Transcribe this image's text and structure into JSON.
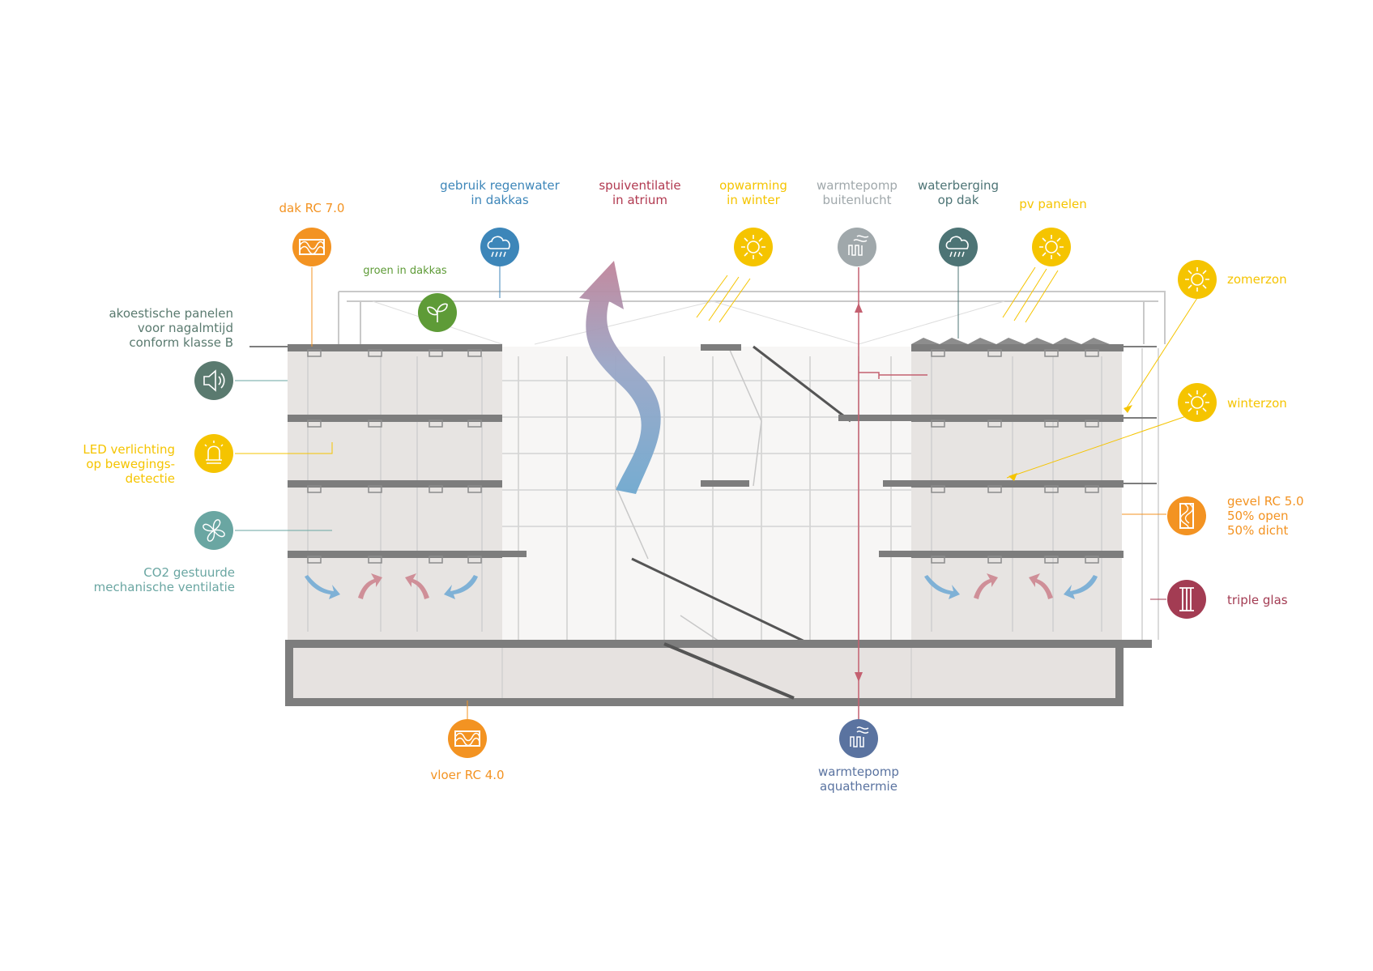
{
  "colors": {
    "orange": "#f39322",
    "blue": "#3d86b9",
    "red": "#b13950",
    "yellow": "#f5c400",
    "gray": "#a0a8ab",
    "teal": "#4d7475",
    "green": "#5e9b37",
    "darkgreen": "#5a7a6f",
    "seafoam": "#6aa6a2",
    "navy": "#5a73a0",
    "maroon": "#a33c53",
    "structure": "#7d7d7d",
    "fill": "#e6e2e0"
  },
  "labels": {
    "dak": "dak RC 7.0",
    "regenwater_1": "gebruik regenwater",
    "regenwater_2": "in dakkas",
    "spui_1": "spuiventilatie",
    "spui_2": "in atrium",
    "opwarming_1": "opwarming",
    "opwarming_2": "in winter",
    "warmtepomp_lucht_1": "warmtepomp",
    "warmtepomp_lucht_2": "buitenlucht",
    "waterberging_1": "waterberging",
    "waterberging_2": "op dak",
    "pv": "pv panelen",
    "groen": "groen in dakkas",
    "akoestisch_1": "akoestische panelen",
    "akoestisch_2": "voor nagalmtijd",
    "akoestisch_3": "conform klasse B",
    "led_1": "LED verlichting",
    "led_2": "op bewegings-",
    "led_3": "detectie",
    "co2_1": "CO2 gestuurde",
    "co2_2": "mechanische ventilatie",
    "zomerzon": "zomerzon",
    "winterzon": "winterzon",
    "gevel_1": "gevel RC 5.0",
    "gevel_2": "50% open",
    "gevel_3": "50% dicht",
    "triple": "triple glas",
    "vloer": "vloer RC 4.0",
    "aqua_1": "warmtepomp",
    "aqua_2": "aquathermie"
  },
  "icons": [
    {
      "name": "insulation-roof-icon",
      "color": "orange"
    },
    {
      "name": "rain-cloud-icon",
      "color": "blue"
    },
    {
      "name": "sun-winter-icon",
      "color": "yellow"
    },
    {
      "name": "air-heat-pump-icon",
      "color": "gray"
    },
    {
      "name": "water-storage-cloud-icon",
      "color": "teal"
    },
    {
      "name": "sun-pv-icon",
      "color": "yellow"
    },
    {
      "name": "leaf-icon",
      "color": "green"
    },
    {
      "name": "speaker-icon",
      "color": "darkgreen"
    },
    {
      "name": "light-sensor-icon",
      "color": "yellow"
    },
    {
      "name": "fan-icon",
      "color": "seafoam"
    },
    {
      "name": "sun-summer-icon",
      "color": "yellow"
    },
    {
      "name": "sun-low-icon",
      "color": "yellow"
    },
    {
      "name": "insulation-facade-icon",
      "color": "orange"
    },
    {
      "name": "triple-glass-icon",
      "color": "maroon"
    },
    {
      "name": "insulation-floor-icon",
      "color": "orange"
    },
    {
      "name": "water-heat-pump-icon",
      "color": "navy"
    }
  ]
}
